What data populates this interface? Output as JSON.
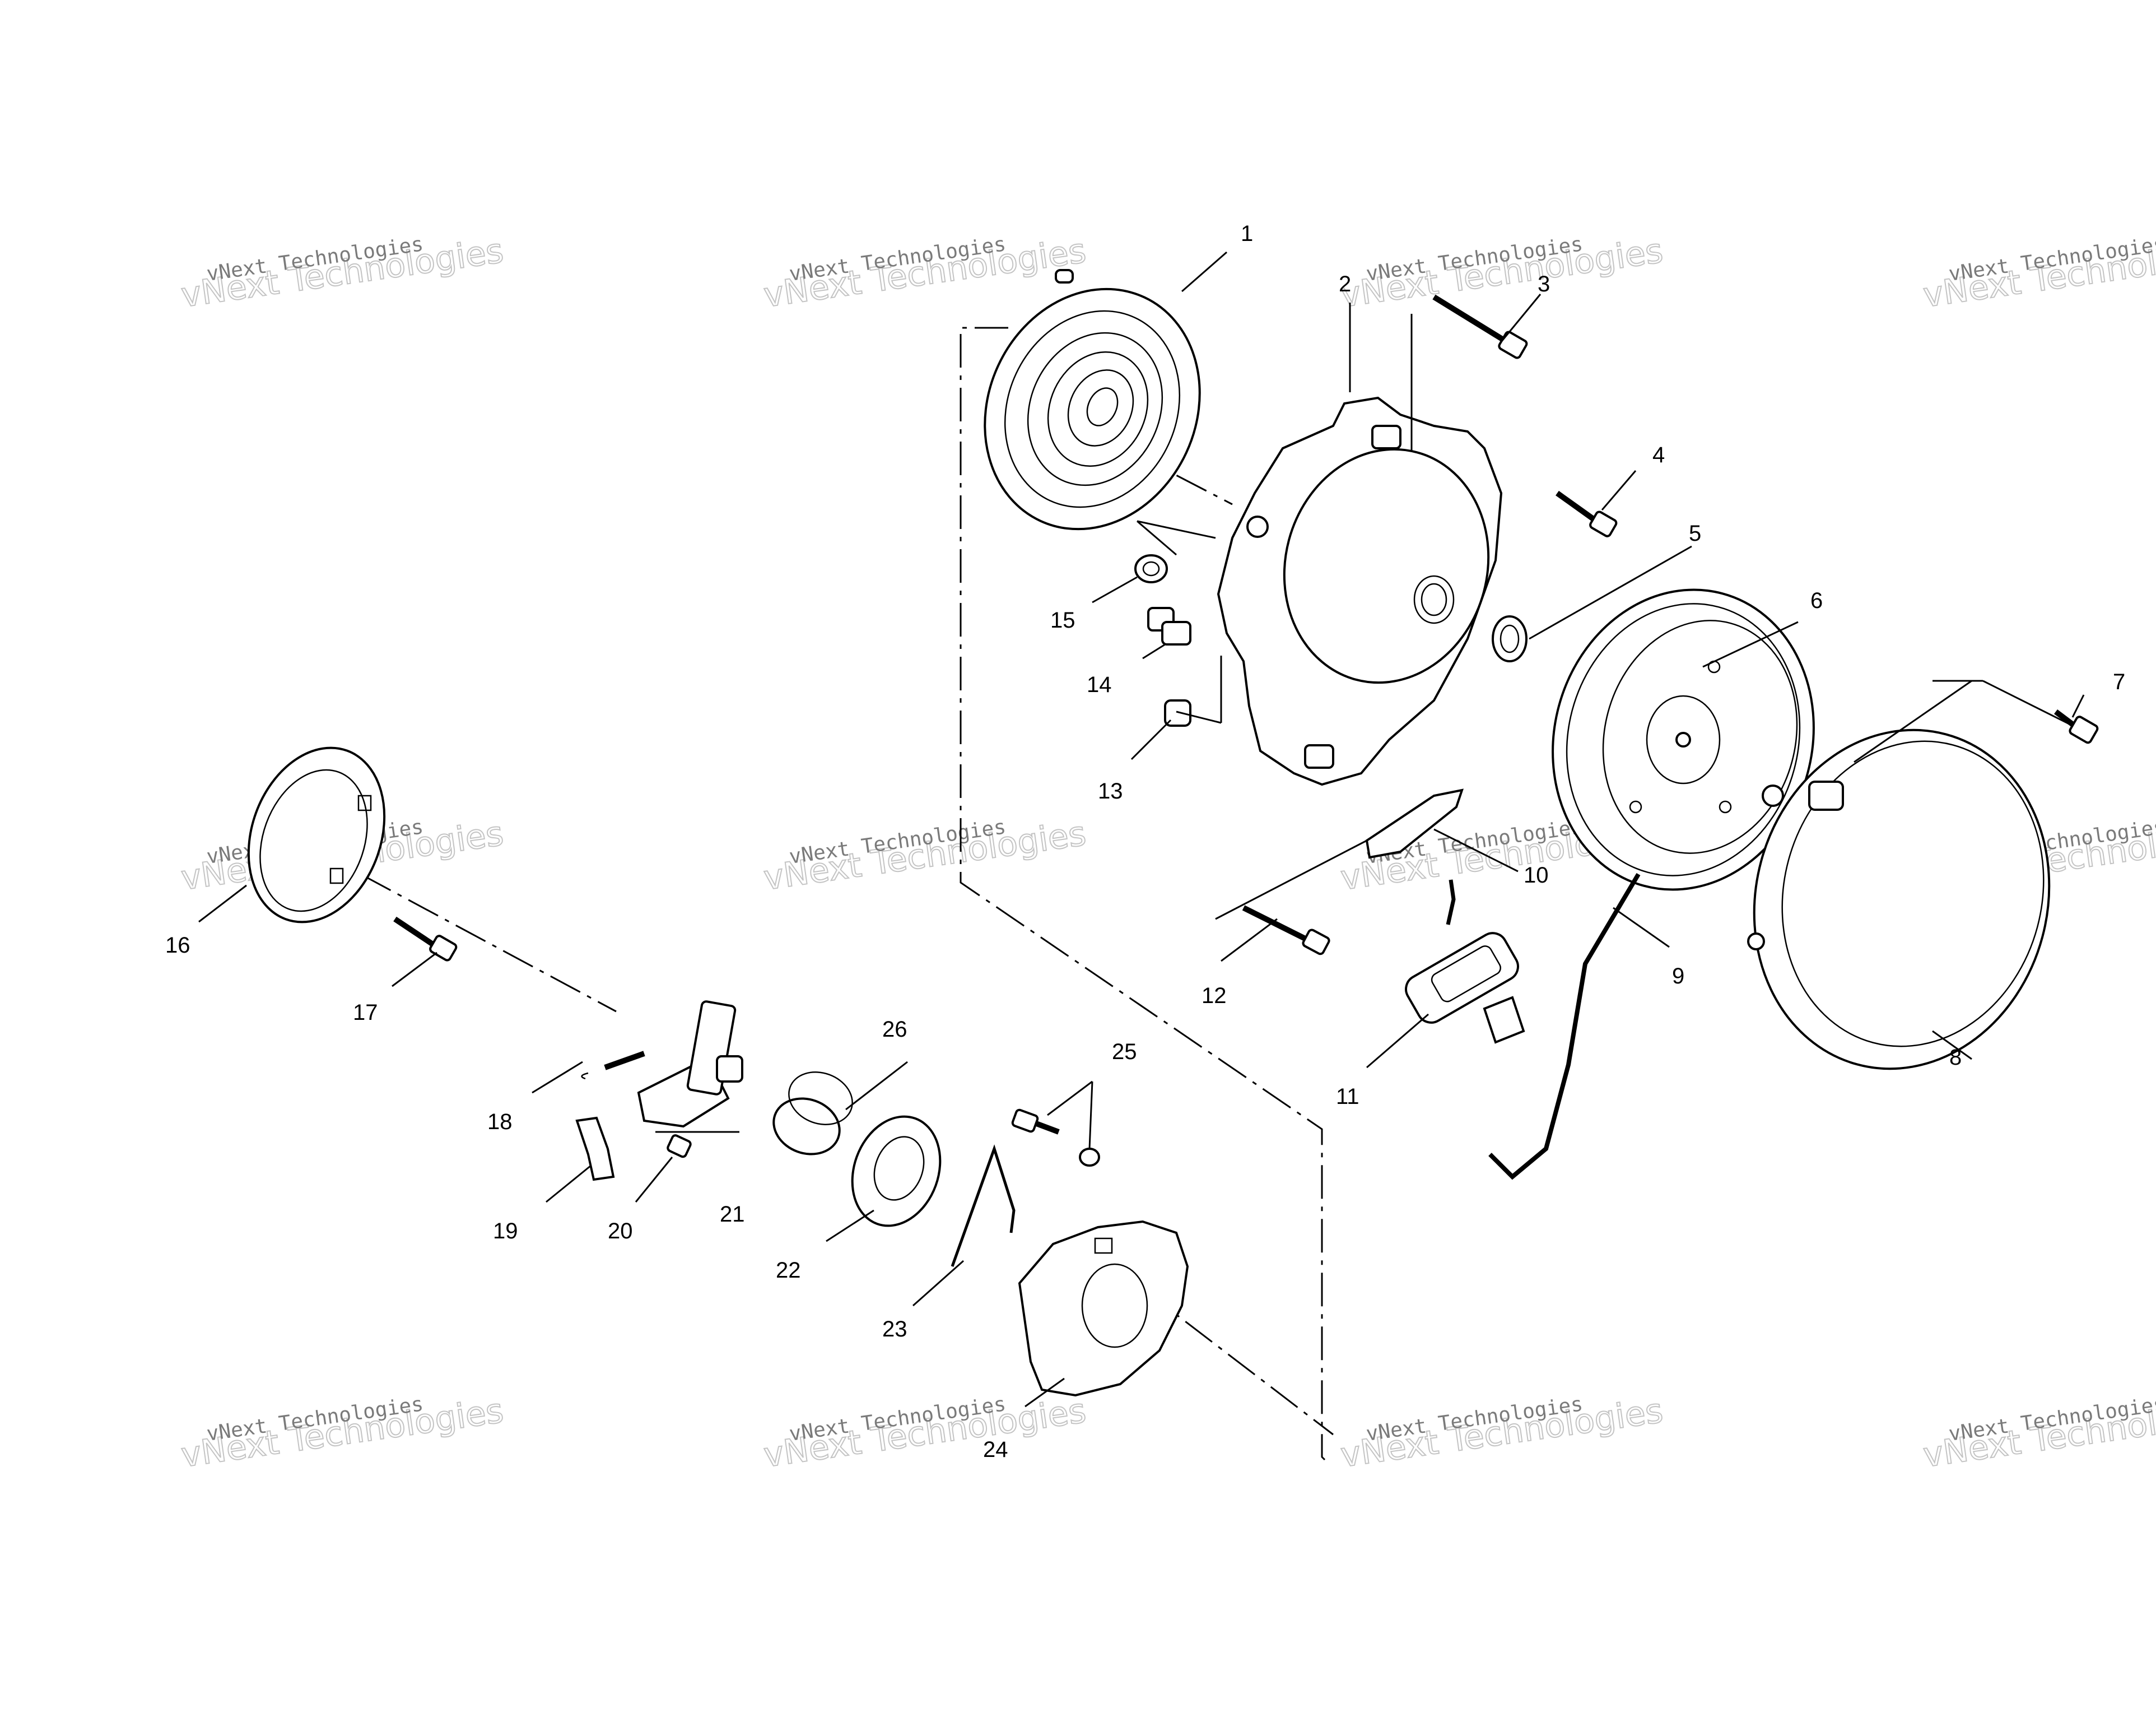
{
  "diagram": {
    "callouts": [
      "1",
      "2",
      "3",
      "4",
      "5",
      "6",
      "7",
      "8",
      "9",
      "10",
      "11",
      "12",
      "13",
      "14",
      "15",
      "16",
      "17",
      "18",
      "19",
      "20",
      "21",
      "22",
      "23",
      "24",
      "25",
      "26"
    ]
  },
  "watermark": {
    "line1": "vNext Technologies",
    "line2": "vNext Technologies"
  }
}
